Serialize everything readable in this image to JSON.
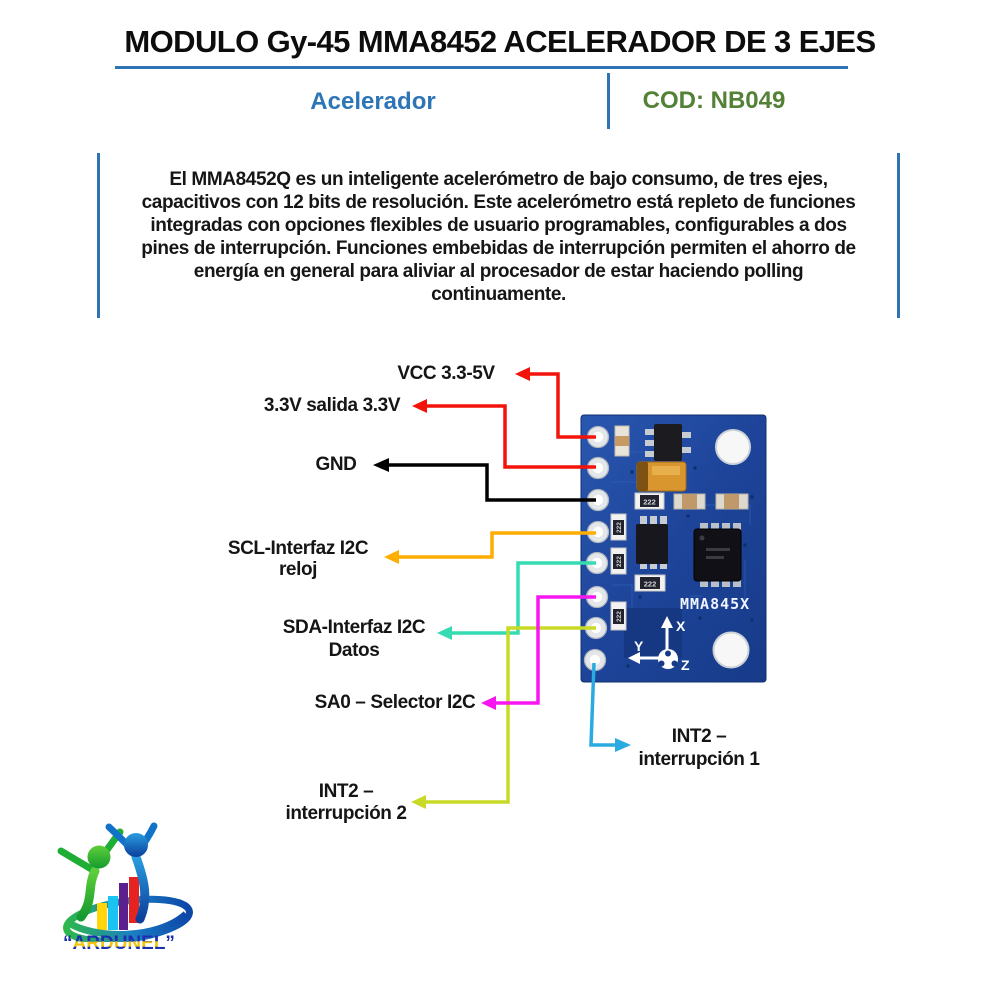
{
  "header": {
    "title": "MODULO Gy-45 MMA8452 ACELERADOR DE 3 EJES",
    "category_label": "Acelerador",
    "code_label": "COD: NB049",
    "accent_blue": "#2E74B5",
    "category_color": "#2E75B6",
    "code_color": "#538135"
  },
  "description": {
    "lines": [
      "El MMA8452Q es un inteligente acelerómetro de bajo consumo, de tres ejes,",
      "capacitivos con 12 bits de resolución. Este acelerómetro está repleto de funciones",
      "integradas con opciones flexibles de usuario programables, configurables a dos",
      "pines de interrupción. Funciones embebidas de interrupción permiten el ahorro de",
      "energía en general para aliviar al procesador de estar haciendo polling",
      "continuamente."
    ]
  },
  "diagram": {
    "board": {
      "silkscreen_label": "MMA845X",
      "axis_x_label": "X",
      "axis_y_label": "Y",
      "axis_z_label": "Z",
      "resistor_label": "222",
      "pcb_color": "#1d4499"
    },
    "pin_labels": [
      {
        "id": "vcc",
        "line1": "VCC 3.3-5V",
        "line2": "",
        "wire_color": "#f2130a"
      },
      {
        "id": "v33out",
        "line1": "3.3V salida 3.3V",
        "line2": "",
        "wire_color": "#f2130a"
      },
      {
        "id": "gnd",
        "line1": "GND",
        "line2": "",
        "wire_color": "#000000"
      },
      {
        "id": "scl",
        "line1": "SCL-Interfaz I2C",
        "line2": "reloj",
        "wire_color": "#ffae00"
      },
      {
        "id": "sda",
        "line1": "SDA-Interfaz I2C",
        "line2": "Datos",
        "wire_color": "#35dcb2"
      },
      {
        "id": "sa0",
        "line1": "SA0 – Selector I2C",
        "line2": "",
        "wire_color": "#f816f0"
      },
      {
        "id": "int1",
        "line1": "INT2 –",
        "line2": "interrupción 1",
        "wire_color": "#29abe2"
      },
      {
        "id": "int2",
        "line1": "INT2 –",
        "line2": "interrupción 2",
        "wire_color": "#c9da26"
      }
    ]
  },
  "logo": {
    "brand_text": "“ARDUNEL”"
  }
}
